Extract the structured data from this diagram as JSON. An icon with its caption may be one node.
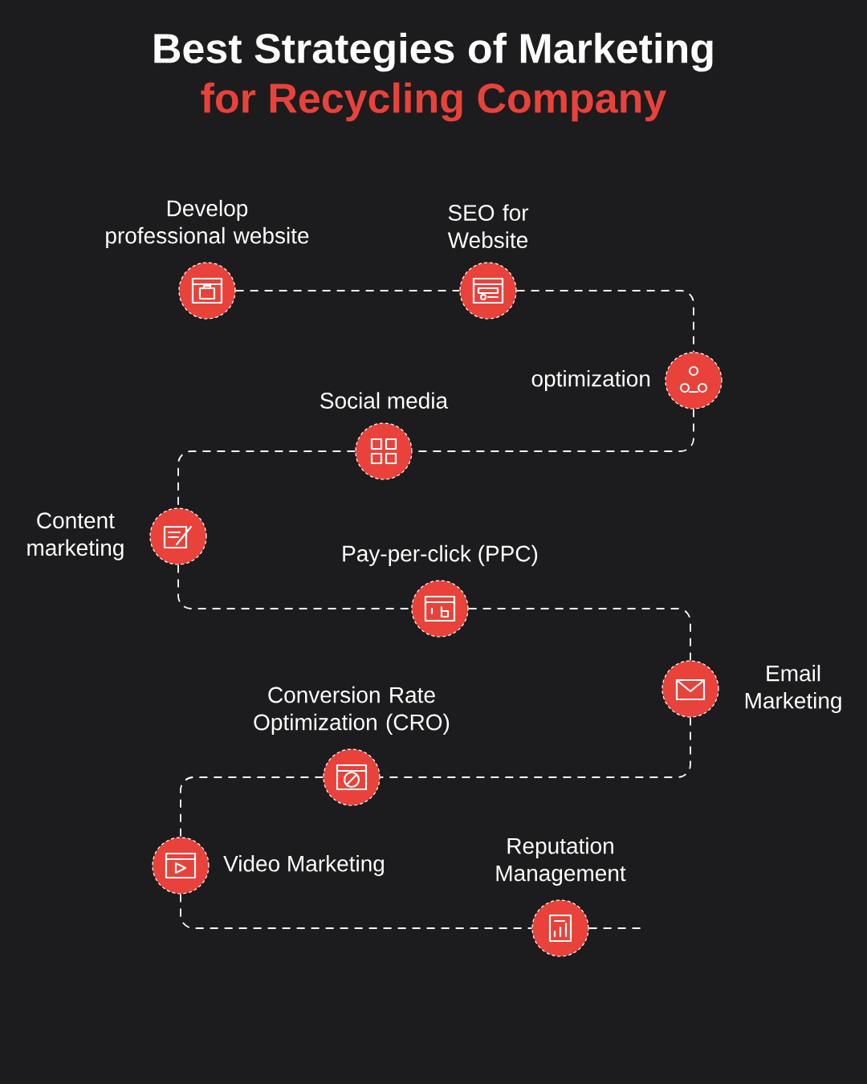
{
  "diagram": {
    "title": "Best Strategies of Marketing",
    "nodes": [
      {
        "text": [
          "Develop professional website"
        ]
      },
      {
        "text": [
          "SEO for Website"
        ]
      },
      {
        "text": [
          "optimization"
        ]
      },
      {
        "text": [
          "Social media"
        ]
      },
      {
        "text": [
          "Content marketing"
        ]
      },
      {
        "text": [
          "Pay-per-click (PPC)"
        ]
      },
      {
        "text": [
          "Email Marketing"
        ]
      },
      {
        "text": [
          "Conversion Rate Optimization (CRO)"
        ]
      },
      {
        "text": [
          "Video Marketing"
        ]
      },
      {
        "text": [
          "Reputation Management"
        ]
      }
    ],
    "edges": [
      {
        "from": 0,
        "to": 1,
        "arrow": "none",
        "style": "dashed"
      },
      {
        "from": 1,
        "to": 2,
        "arrow": "none",
        "style": "dashed"
      },
      {
        "from": 2,
        "to": 3,
        "arrow": "none",
        "style": "dashed"
      },
      {
        "from": 3,
        "to": 4,
        "arrow": "none",
        "style": "dashed"
      },
      {
        "from": 4,
        "to": 5,
        "arrow": "none",
        "style": "dashed"
      },
      {
        "from": 5,
        "to": 6,
        "arrow": "none",
        "style": "dashed"
      },
      {
        "from": 6,
        "to": 7,
        "arrow": "none",
        "style": "dashed"
      },
      {
        "from": 7,
        "to": 8,
        "arrow": "none",
        "style": "dashed"
      },
      {
        "from": 8,
        "to": 9,
        "arrow": "none",
        "style": "dashed"
      },
      {
        "from": 9,
        "to": null,
        "arrow": "none",
        "style": "dashed"
      }
    ],
    "labels": [
      "for Recycling Company"
    ]
  }
}
